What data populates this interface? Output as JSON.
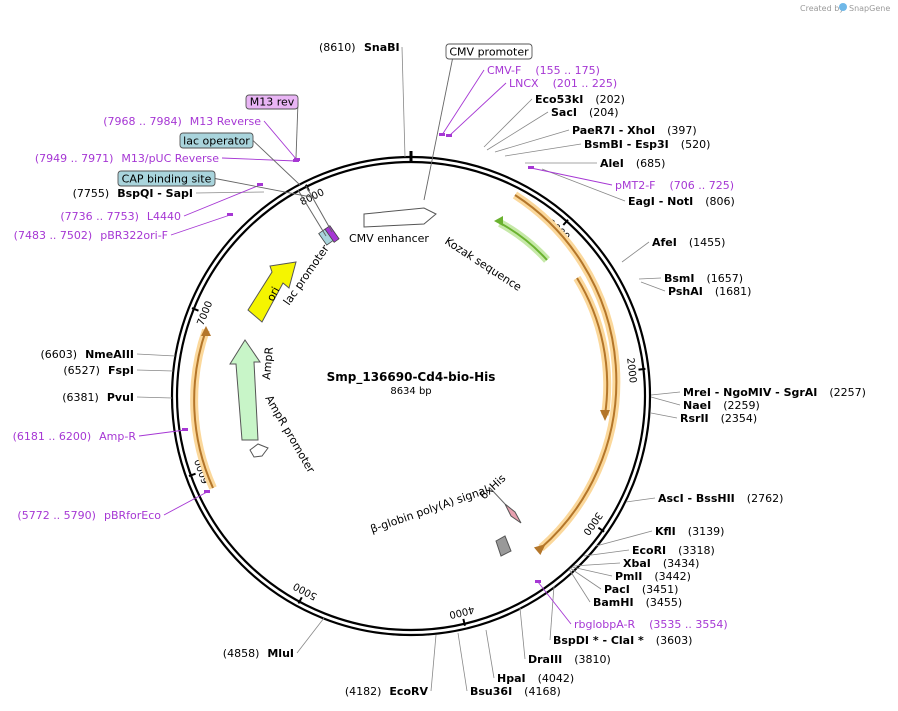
{
  "watermark": {
    "prefix": "Created by",
    "brand": "SnapGene"
  },
  "plasmid": {
    "name": "Smp_136690-Cd4-bio-His",
    "size_label": "8634 bp",
    "length": 8634
  },
  "ticks": [
    {
      "pos": 1000,
      "label": "1000"
    },
    {
      "pos": 2000,
      "label": "2000"
    },
    {
      "pos": 3000,
      "label": "3000"
    },
    {
      "pos": 4000,
      "label": "4000"
    },
    {
      "pos": 5000,
      "label": "5000"
    },
    {
      "pos": 6000,
      "label": "6000"
    },
    {
      "pos": 7000,
      "label": "7000"
    },
    {
      "pos": 8000,
      "label": "8000"
    }
  ],
  "enzymes_right": [
    {
      "enzyme": "SnaBI",
      "pos": "(8610)",
      "bp": 8610
    },
    {
      "enzyme": "Eco53kI",
      "pos": "(202)",
      "bp": 202
    },
    {
      "enzyme": "SacI",
      "pos": "(204)",
      "bp": 204
    },
    {
      "enzyme": "PaeR7I - XhoI",
      "pos": "(397)",
      "bp": 397
    },
    {
      "enzyme": "BsmBI - Esp3I",
      "pos": "(520)",
      "bp": 520
    },
    {
      "enzyme": "AleI",
      "pos": "(685)",
      "bp": 685
    },
    {
      "enzyme": "EagI - NotI",
      "pos": "(806)",
      "bp": 806
    },
    {
      "enzyme": "AfeI",
      "pos": "(1455)",
      "bp": 1455
    },
    {
      "enzyme": "BsmI",
      "pos": "(1657)",
      "bp": 1657
    },
    {
      "enzyme": "PshAI",
      "pos": "(1681)",
      "bp": 1681
    },
    {
      "enzyme": "MreI - NgoMIV - SgrAI",
      "pos": "(2257)",
      "bp": 2257
    },
    {
      "enzyme": "NaeI",
      "pos": "(2259)",
      "bp": 2259
    },
    {
      "enzyme": "RsrII",
      "pos": "(2354)",
      "bp": 2354
    },
    {
      "enzyme": "AscI - BssHII",
      "pos": "(2762)",
      "bp": 2762
    },
    {
      "enzyme": "KflI",
      "pos": "(3139)",
      "bp": 3139
    },
    {
      "enzyme": "EcoRI",
      "pos": "(3318)",
      "bp": 3318
    },
    {
      "enzyme": "XbaI",
      "pos": "(3434)",
      "bp": 3434
    },
    {
      "enzyme": "PmlI",
      "pos": "(3442)",
      "bp": 3442
    },
    {
      "enzyme": "PacI",
      "pos": "(3451)",
      "bp": 3451
    },
    {
      "enzyme": "BamHI",
      "pos": "(3455)",
      "bp": 3455
    },
    {
      "enzyme": "BspDI * - ClaI *",
      "pos": "(3603)",
      "bp": 3603
    },
    {
      "enzyme": "DraIII",
      "pos": "(3810)",
      "bp": 3810
    },
    {
      "enzyme": "HpaI",
      "pos": "(4042)",
      "bp": 4042
    },
    {
      "enzyme": "Bsu36I",
      "pos": "(4168)",
      "bp": 4168
    }
  ],
  "enzymes_left": [
    {
      "enzyme": "EcoRV",
      "pos": "(4182)",
      "bp": 4182
    },
    {
      "enzyme": "MluI",
      "pos": "(4858)",
      "bp": 4858
    },
    {
      "enzyme": "PvuI",
      "pos": "(6381)",
      "bp": 6381
    },
    {
      "enzyme": "FspI",
      "pos": "(6527)",
      "bp": 6527
    },
    {
      "enzyme": "NmeAIII",
      "pos": "(6603)",
      "bp": 6603
    },
    {
      "enzyme": "BspQI - SapI",
      "pos": "(7755)",
      "bp": 7755
    }
  ],
  "primers": [
    {
      "name": "CMV-F",
      "range": "(155 .. 175)"
    },
    {
      "name": "LNCX",
      "range": "(201 .. 225)"
    },
    {
      "name": "pMT2-F",
      "range": "(706 .. 725)"
    },
    {
      "name": "rbglobpA-R",
      "range": "(3535 .. 3554)"
    },
    {
      "name": "pBRforEco",
      "range": "(5772 .. 5790)"
    },
    {
      "name": "Amp-R",
      "range": "(6181 .. 6200)"
    },
    {
      "name": "pBR322ori-F",
      "range": "(7483 .. 7502)"
    },
    {
      "name": "L4440",
      "range": "(7736 .. 7753)"
    },
    {
      "name": "M13/pUC Reverse",
      "range": "(7949 .. 7971)"
    },
    {
      "name": "M13 Reverse",
      "range": "(7968 .. 7984)"
    }
  ],
  "boxed_features": [
    {
      "name": "CMV promoter",
      "fill": "#ffffff"
    },
    {
      "name": "M13 rev",
      "fill": "#e9b5f5"
    },
    {
      "name": "lac operator",
      "fill": "#a9d4dc"
    },
    {
      "name": "CAP binding site",
      "fill": "#a9d4dc"
    }
  ],
  "inner_features": [
    {
      "name": "CMV enhancer"
    },
    {
      "name": "Kozak sequence"
    },
    {
      "name": "lac promoter"
    },
    {
      "name": "ori"
    },
    {
      "name": "AmpR"
    },
    {
      "name": "AmpR promoter"
    },
    {
      "name": "6xHis"
    },
    {
      "name": "β-globin poly(A) signal"
    }
  ],
  "colors": {
    "backbone": "#000000",
    "enzyme_line": "#888888",
    "primer": "#a637d4",
    "orf_arrow": "#b4762a",
    "orf_glow": "#fbd89b",
    "ori": "#f5f500",
    "ampr": "#c8f5c8",
    "kozak": "#6ab22f"
  }
}
